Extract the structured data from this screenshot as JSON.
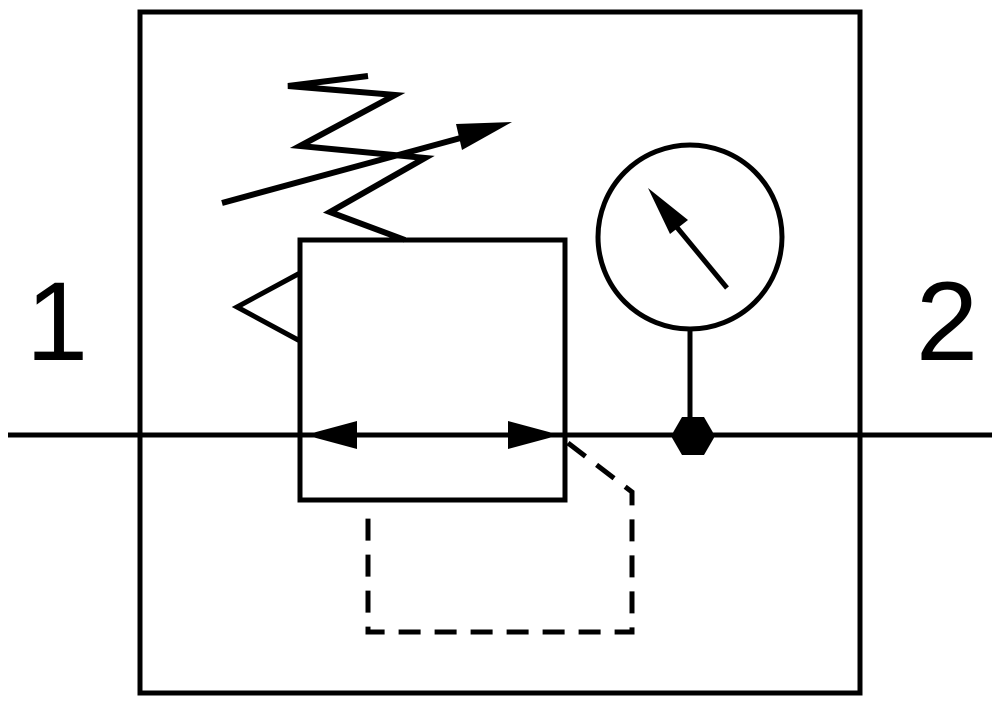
{
  "diagram": {
    "type": "pneumatic-circuit-symbol",
    "description": "Pressure regulator (relieving type) with adjustable spring, downstream pilot feedback line and pressure gauge",
    "ports": {
      "inlet": "1",
      "outlet": "2"
    },
    "colors": {
      "line": "#000000",
      "background": "#ffffff"
    },
    "components": {
      "enclosure": "component-enclosure-box",
      "flow_line": "main-flow-line",
      "regulator_body": "regulator-valve-body",
      "flow_path_arrow": "bidirectional-flow-arrow",
      "spring": "adjustable-spring-zigzag",
      "adjustment_arrow": "adjustment-arrow",
      "relief": "relief-exhaust-triangle",
      "gauge": "pressure-gauge-dial",
      "gauge_needle": "gauge-needle-arrow",
      "gauge_stem": "gauge-connection-line",
      "junction": "junction-node-diamond",
      "pilot_line": "pilot-feedback-dashed-line"
    }
  }
}
